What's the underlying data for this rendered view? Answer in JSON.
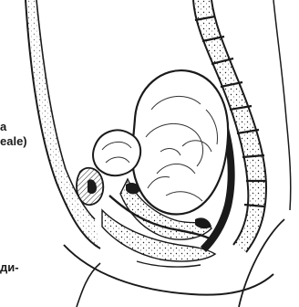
{
  "labels": {
    "line1": "a",
    "line2": "eale)",
    "line3": "ди-"
  },
  "colors": {
    "ink": "#1a1a1a",
    "paper": "#ffffff"
  }
}
